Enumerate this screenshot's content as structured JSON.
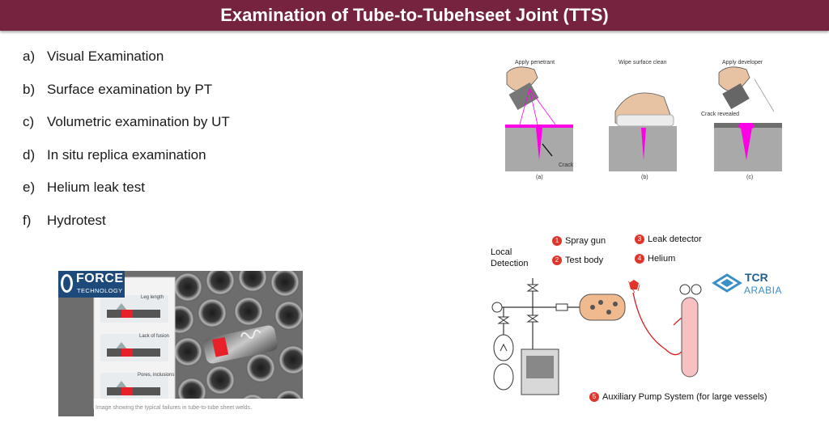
{
  "header": {
    "title": "Examination of Tube-to-Tubehseet Joint (TTS)"
  },
  "examinations": [
    {
      "marker": "a)",
      "text": "Visual Examination"
    },
    {
      "marker": "b)",
      "text": "Surface examination by PT"
    },
    {
      "marker": "c)",
      "text": "Volumetric examination by UT"
    },
    {
      "marker": "d)",
      "text": "In situ replica examination"
    },
    {
      "marker": "e)",
      "text": "Helium leak test"
    },
    {
      "marker": "f)",
      "text": "Hydrotest"
    }
  ],
  "force_photo": {
    "logo_main": "FORCE",
    "logo_sub": "TECHNOLOGY",
    "panel_labels": [
      "Leg length",
      "Lack of fusion",
      "Pores, inclusions"
    ],
    "caption": "Image showing the typical failures in tube-to-tube sheet welds."
  },
  "pt_diagram": {
    "steps": [
      {
        "title": "Apply penetrant",
        "letter": "(a)",
        "note": "Crack"
      },
      {
        "title": "Wipe surface clean",
        "letter": "(b)",
        "note": ""
      },
      {
        "title": "Apply developer",
        "letter": "(c)",
        "note": "Crack revealed"
      }
    ],
    "penetrant_color": "#ff00e6"
  },
  "leak_diagram": {
    "local_detection": [
      "Local",
      "Detection"
    ],
    "legend": [
      {
        "num": "1",
        "label": "Spray gun"
      },
      {
        "num": "2",
        "label": "Test body"
      },
      {
        "num": "3",
        "label": "Leak detector"
      },
      {
        "num": "4",
        "label": "Helium"
      },
      {
        "num": "5",
        "label": "Auxiliary Pump System (for large vessels)"
      }
    ],
    "badge_color": "#e0352b"
  },
  "brand": {
    "name": "TCR",
    "sub": "ARABIA"
  }
}
